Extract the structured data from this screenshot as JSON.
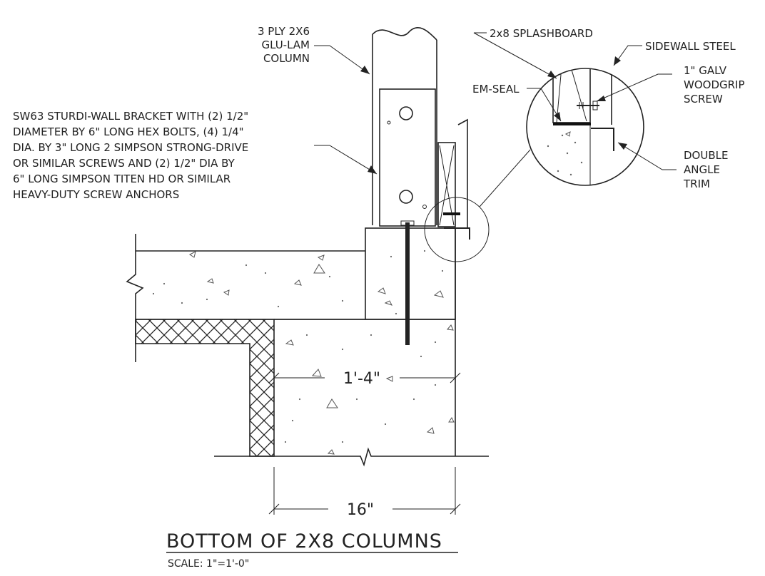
{
  "labels": {
    "column": [
      "3 PLY 2X6",
      "GLU-LAM",
      "COLUMN"
    ],
    "bracket": [
      "SW63 STURDI-WALL BRACKET WITH (2) 1/2\"",
      "DIAMETER BY 6\" LONG HEX BOLTS, (4) 1/4\"",
      "DIA. BY 3\" LONG 2 SIMPSON STRONG-DRIVE",
      "OR SIMILAR SCREWS AND (2) 1/2\" DIA BY",
      "6\" LONG SIMPSON TITEN HD OR SIMILAR",
      "HEAVY-DUTY SCREW ANCHORS"
    ],
    "splashboard": "2x8 SPLASHBOARD",
    "sidewall_steel": "SIDEWALL STEEL",
    "em_seal": "EM-SEAL",
    "screw": [
      "1\" GALV",
      "WOODGRIP",
      "SCREW"
    ],
    "trim": [
      "DOUBLE",
      "ANGLE",
      "TRIM"
    ]
  },
  "dimensions": {
    "inner": "1'-4\"",
    "outer": "16\""
  },
  "title": "BOTTOM OF 2X8 COLUMNS",
  "scale": "SCALE: 1\"=1'-0\"",
  "colors": {
    "line": "#222222",
    "background": "#ffffff"
  }
}
